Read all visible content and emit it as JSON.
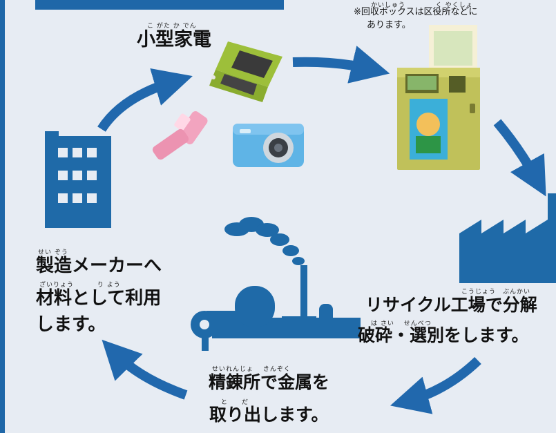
{
  "title_bar": {
    "color": "#1f67a8"
  },
  "colors": {
    "arrow": "#2168ad",
    "silhouette": "#1f6aa8",
    "background": "#e7ecf3"
  },
  "labels": {
    "small_appliances": {
      "ruby": "こ がた か でん",
      "text": "小型家電"
    },
    "note": {
      "ruby": "かいしゅう　　　　 く やくしょ",
      "line1": "※回収ボックスは区役所などに",
      "line2": "あります。"
    },
    "factory": {
      "ruby1": "こうじょう　ぶんかい",
      "line1": "リサイクル工場で分解",
      "ruby2": "は さい　 せんべつ",
      "line2": "破砕・選別をします。"
    },
    "refinery": {
      "ruby1": "せいれんじょ　 きんぞく",
      "line1": "精錬所で金属を",
      "ruby2": "と　　だ",
      "line2": "取り出します。"
    },
    "manufacturer": {
      "ruby1": "せい ぞう",
      "line1": "製造メーカーへ",
      "ruby2": "ざいりょう　　　 り よう",
      "line2": "材料として利用",
      "line3": "します。"
    }
  },
  "icons": [
    "game-console-icon",
    "flip-phone-icon",
    "digital-camera-icon",
    "collection-box-icon",
    "recycling-factory-icon",
    "refinery-icon",
    "manufacturer-building-icon"
  ]
}
